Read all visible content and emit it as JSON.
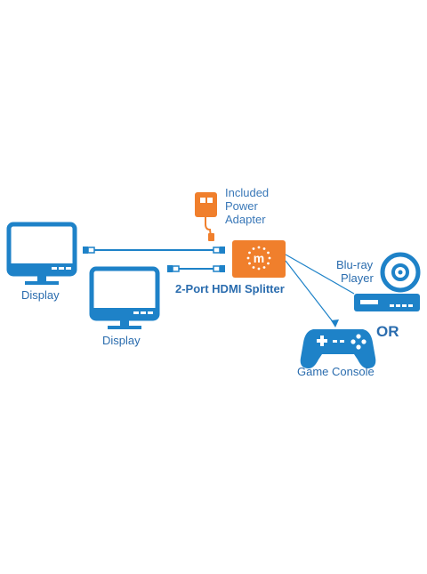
{
  "labels": {
    "power_line1": "Included",
    "power_line2": "Power",
    "power_line3": "Adapter",
    "display1": "Display",
    "display2": "Display",
    "splitter": "2-Port HDMI Splitter",
    "bluray_line1": "Blu-ray",
    "bluray_line2": "Player",
    "or": "OR",
    "game_console": "Game Console",
    "splitter_logo": "m"
  },
  "colors": {
    "blue": "#1e82c8",
    "label_blue": "#2a6cae",
    "orange": "#f07f2c",
    "white": "#ffffff"
  },
  "icons": [
    "display-icon",
    "power-adapter-icon",
    "hdmi-splitter-icon",
    "bluray-player-icon",
    "game-controller-icon",
    "hdmi-connector-icon"
  ]
}
